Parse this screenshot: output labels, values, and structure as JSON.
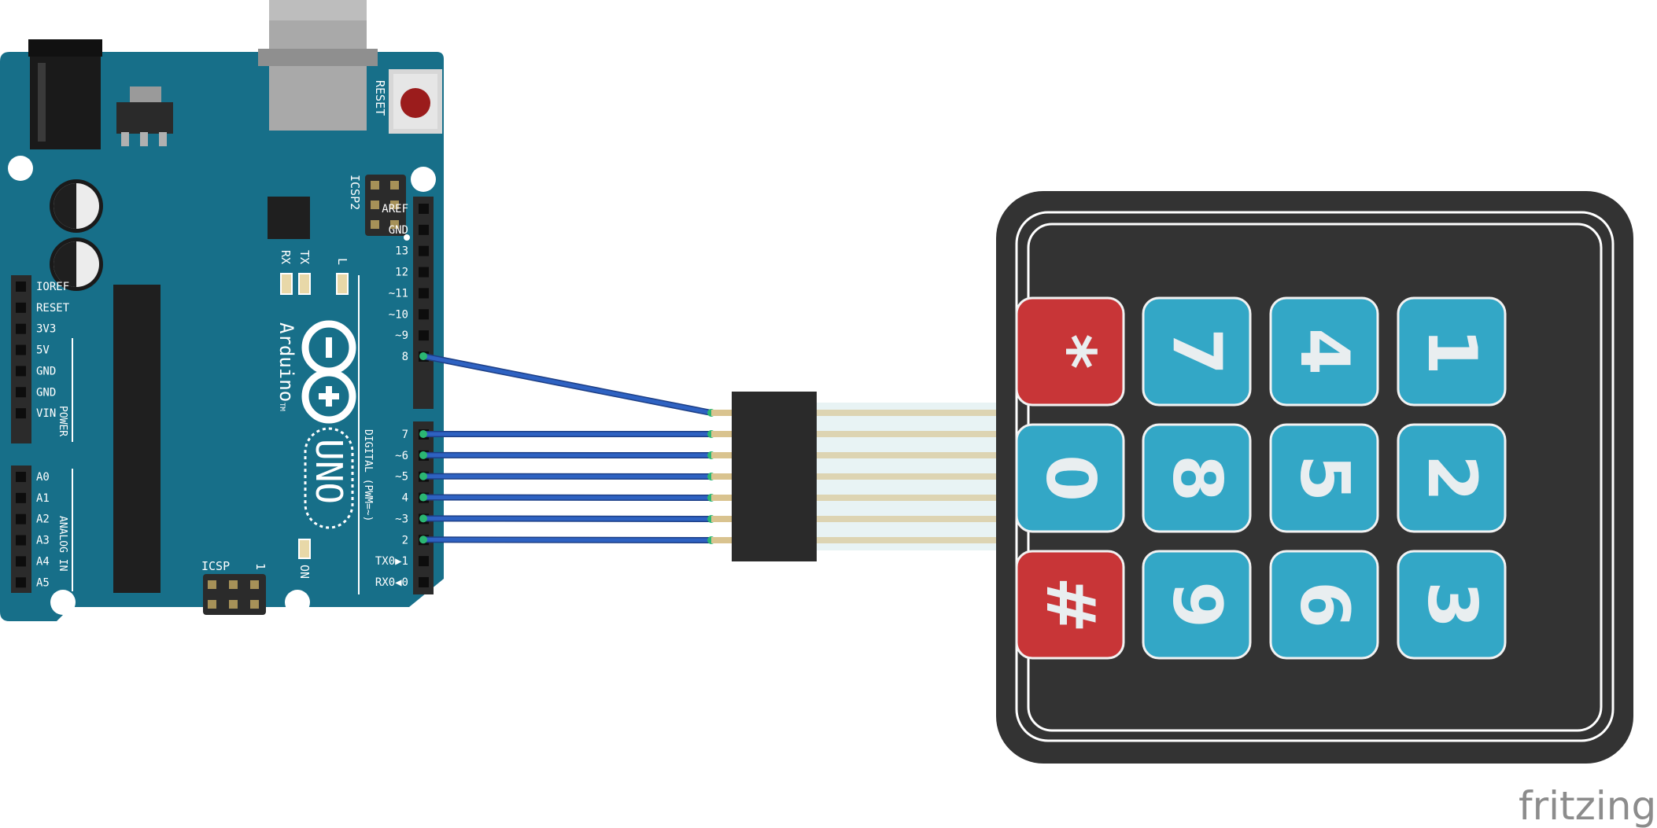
{
  "board": {
    "reset_label": "RESET",
    "icsp2_label": "ICSP2",
    "icsp_label": "ICSP",
    "icsp_pin1_label": "1",
    "rx_label": "RX",
    "tx_label": "TX",
    "l_label": "L",
    "on_label": "ON",
    "brand_label": "Arduino",
    "tm_label": "TM",
    "model_label": "UNO",
    "digital_label": "DIGITAL (PWM=~)",
    "power_label": "POWER",
    "analog_label": "ANALOG IN",
    "power_pins": [
      "IOREF",
      "RESET",
      "3V3",
      "5V",
      "GND",
      "GND",
      "VIN"
    ],
    "analog_pins": [
      "A0",
      "A1",
      "A2",
      "A3",
      "A4",
      "A5"
    ],
    "digital_pins_upper": [
      "AREF",
      "GND",
      "13",
      "12",
      "~11",
      "~10",
      "~9",
      "8"
    ],
    "digital_pins_lower": [
      "7",
      "~6",
      "~5",
      "4",
      "~3",
      "2",
      "TX0▶1",
      "RX0◀0"
    ]
  },
  "keypad": {
    "columns": [
      [
        "*",
        "0",
        "#"
      ],
      [
        "7",
        "8",
        "9"
      ],
      [
        "4",
        "5",
        "6"
      ],
      [
        "1",
        "2",
        "3"
      ]
    ]
  },
  "wires": {
    "connected_pins": [
      "8",
      "7",
      "6",
      "5",
      "4",
      "3",
      "2"
    ]
  },
  "watermark": "fritzing",
  "colors": {
    "board": "#176f89",
    "wire": "#2e62c2",
    "keypad_body": "#333333",
    "key_blue": "#33a7c6",
    "key_red": "#c83537"
  }
}
